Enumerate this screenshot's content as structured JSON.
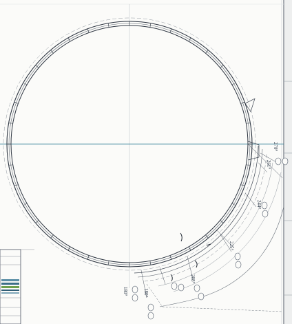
{
  "diagram": {
    "angle_labels": [
      "270°",
      "261°",
      "244°",
      "225°",
      "208°",
      "180°",
      "180°"
    ],
    "bubble_labels": [
      "",
      "",
      "",
      "",
      "",
      "",
      "",
      "",
      "",
      "",
      "",
      "",
      "",
      ""
    ]
  }
}
